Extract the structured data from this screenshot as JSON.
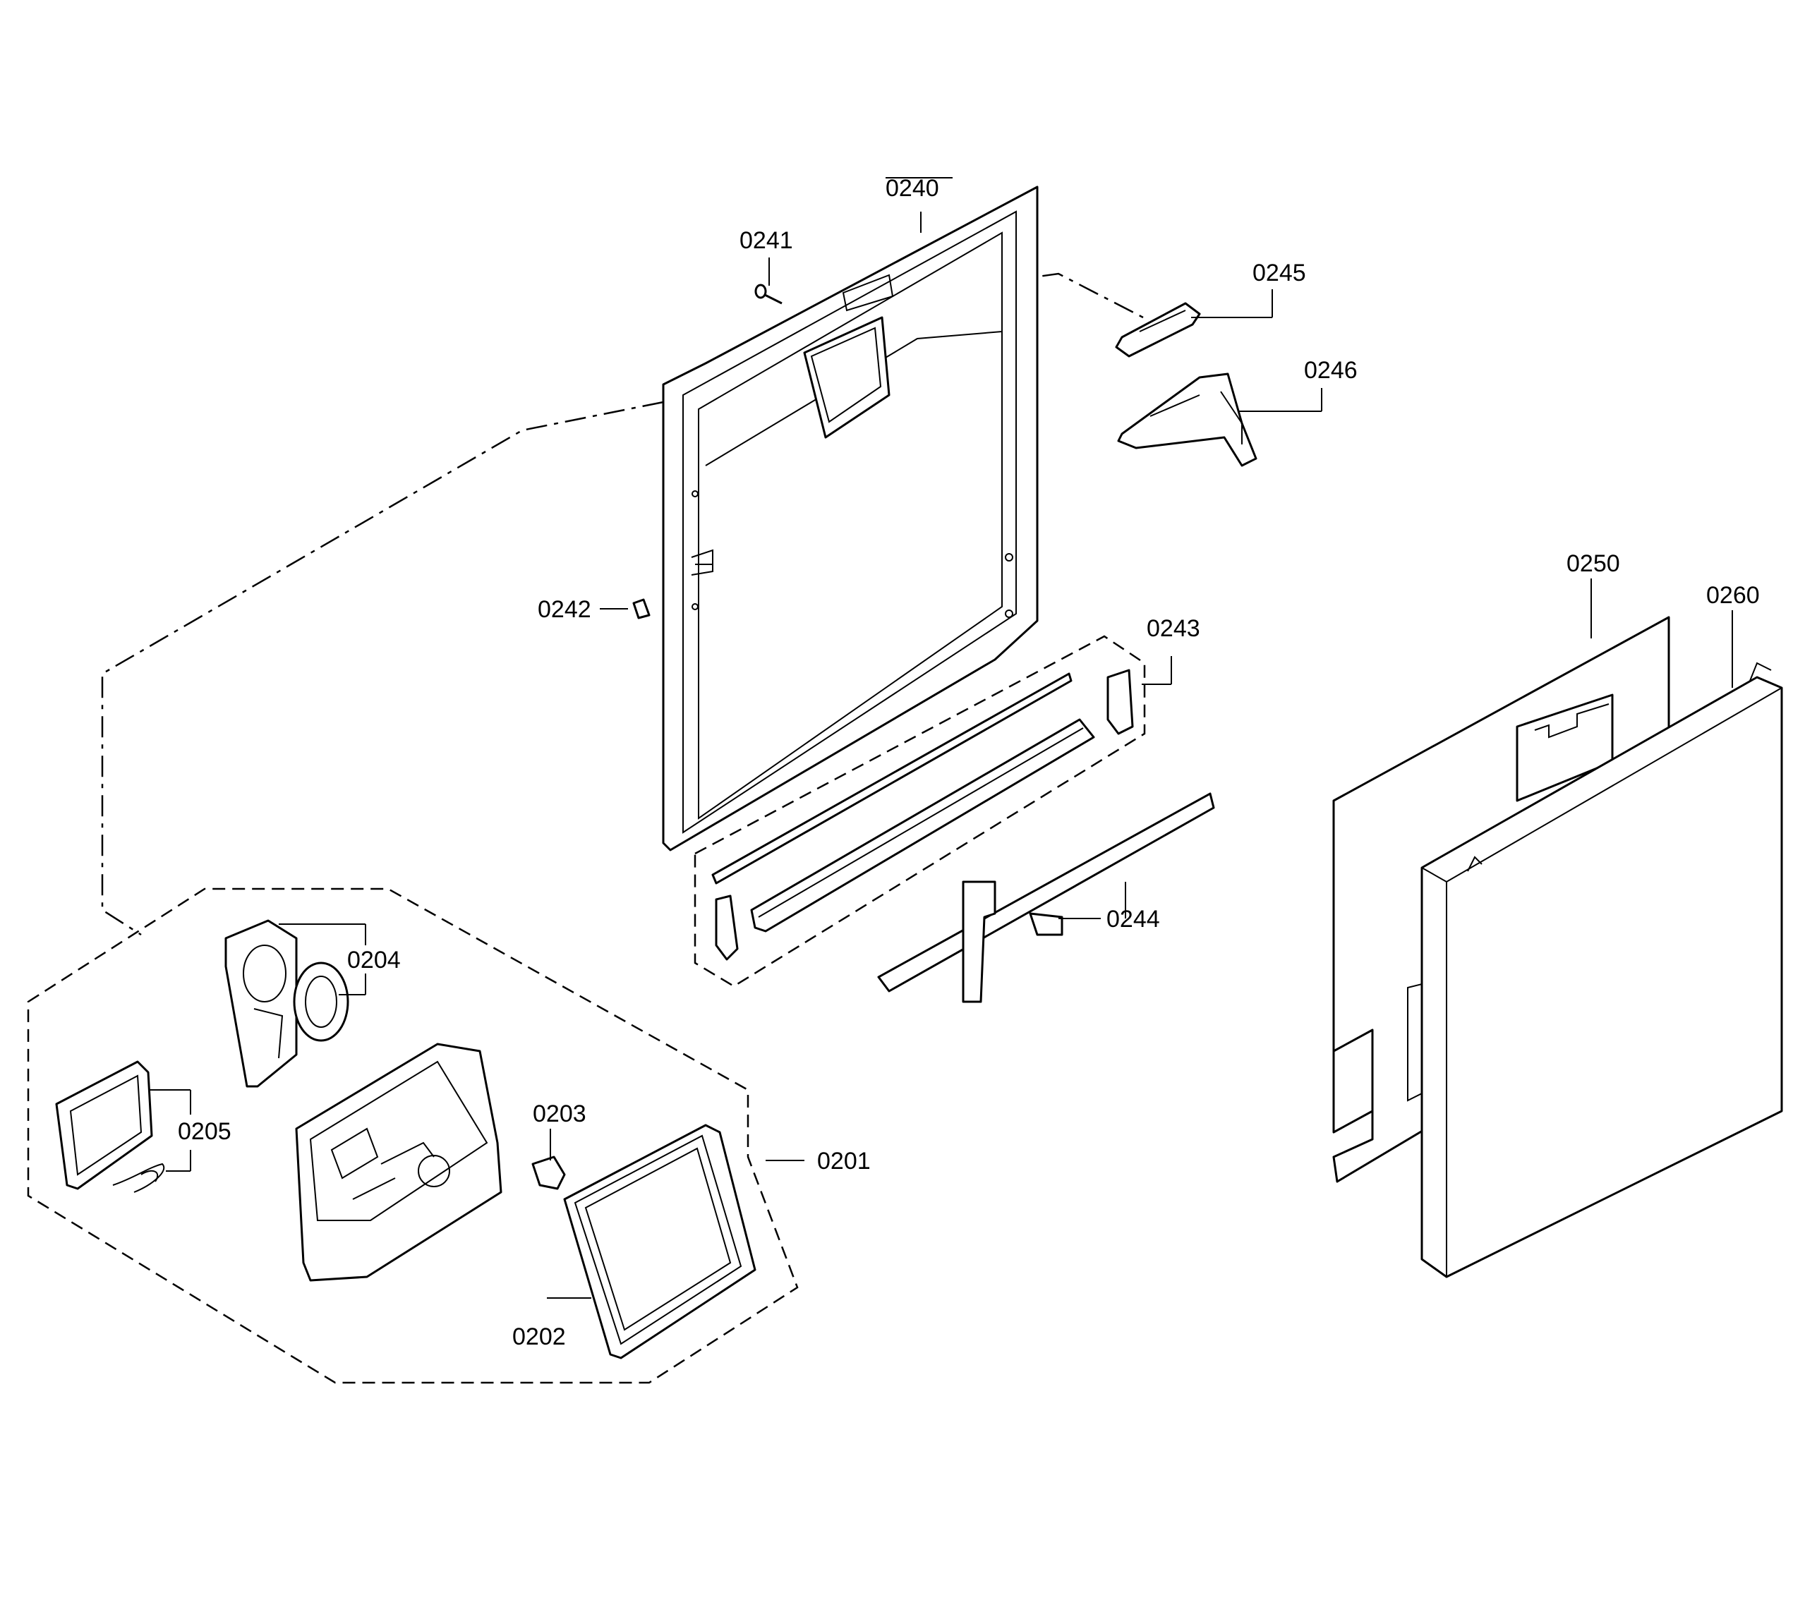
{
  "labels": {
    "p0240": "0240",
    "p0241": "0241",
    "p0242": "0242",
    "p0243": "0243",
    "p0244": "0244",
    "p0245": "0245",
    "p0246": "0246",
    "p0250": "0250",
    "p0260": "0260",
    "p0201": "0201",
    "p0202": "0202",
    "p0203": "0203",
    "p0204": "0204",
    "p0205": "0205"
  },
  "colors": {
    "line": "#000000",
    "background": "#ffffff"
  }
}
